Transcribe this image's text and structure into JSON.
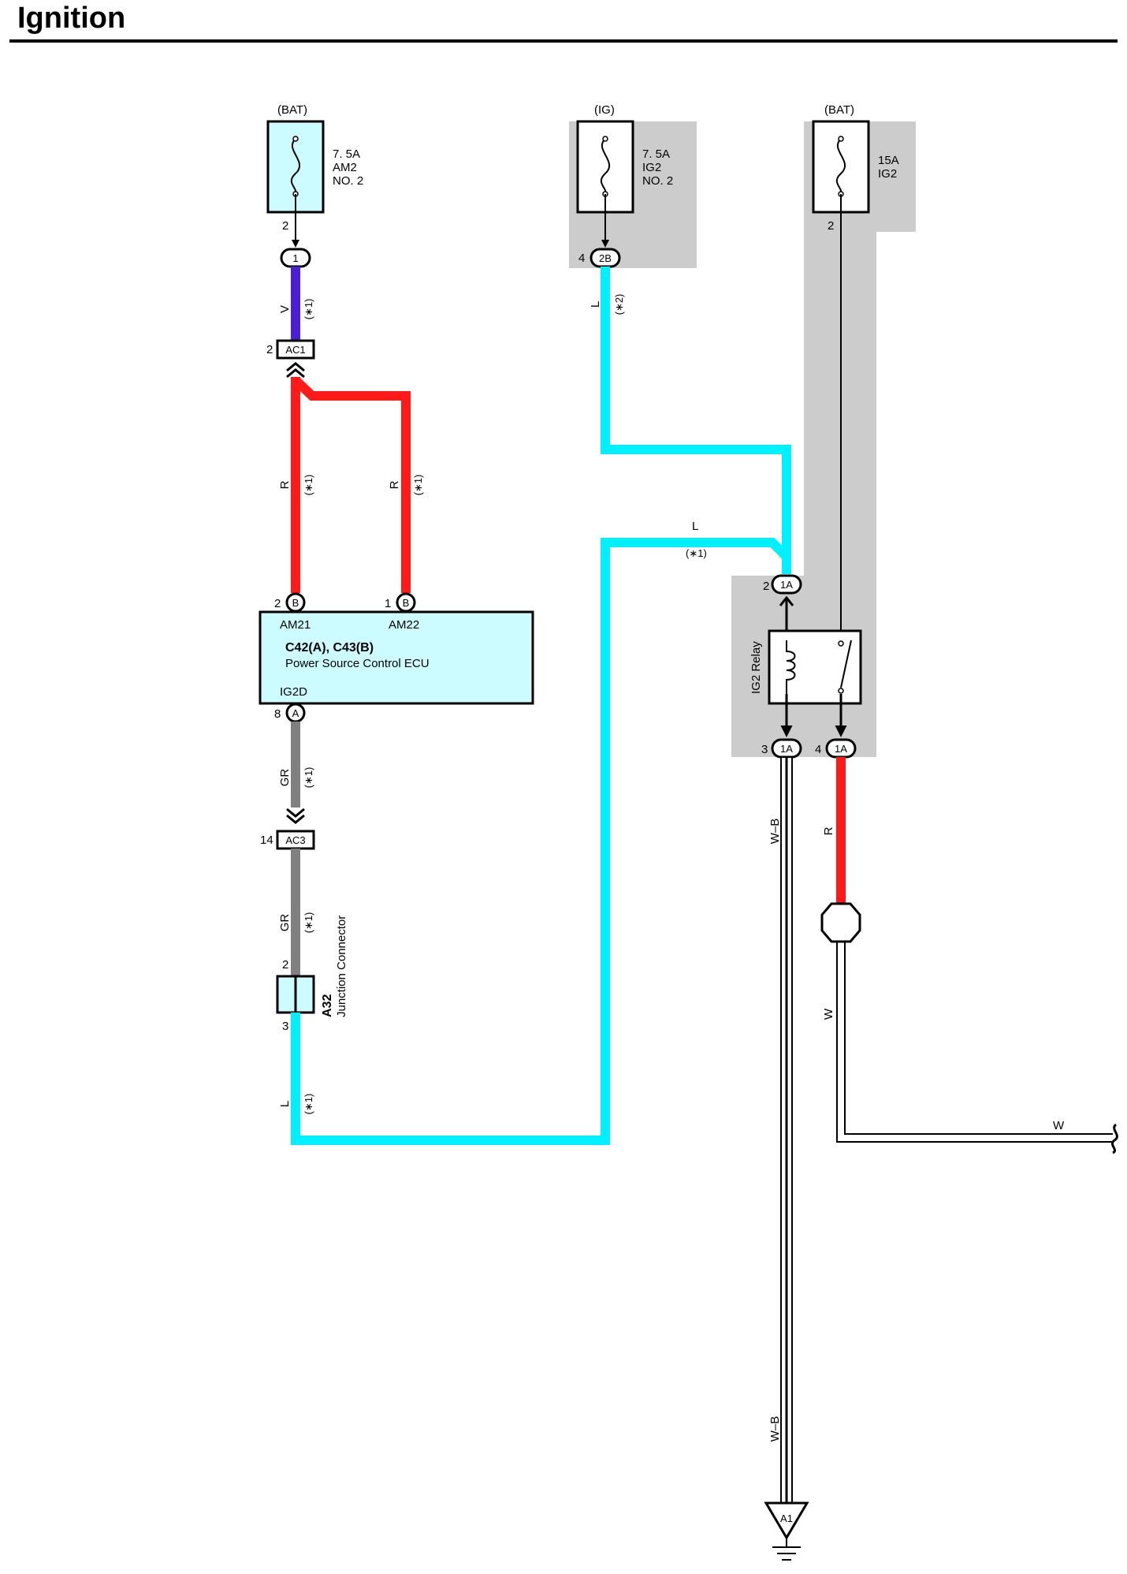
{
  "title": "Ignition",
  "colors": {
    "wire_violet": "#4a1fd6",
    "wire_red": "#ff1a1a",
    "wire_blue": "#00f0ff",
    "wire_gray": "#808080",
    "ecu_fill": "#ccfcff",
    "shade": "#cccccc"
  },
  "fuses": [
    {
      "source": "(BAT)",
      "rating": "7. 5A",
      "name_1": "AM2",
      "name_2": "NO. 2",
      "pin": "2"
    },
    {
      "source": "(IG)",
      "rating": "7. 5A",
      "name_1": "IG2",
      "name_2": "NO. 2"
    },
    {
      "source": "(BAT)",
      "rating": "15A",
      "name_1": "IG2",
      "pin": "2"
    }
  ],
  "connectors": {
    "c1": {
      "label": "1"
    },
    "c2b": {
      "pin": "4",
      "label": "2B"
    },
    "ac1": {
      "pin": "2",
      "label": "AC1"
    },
    "ac3": {
      "pin": "14",
      "label": "AC3"
    },
    "ecu_b2": {
      "pin": "2",
      "label": "B"
    },
    "ecu_b1": {
      "pin": "1",
      "label": "B"
    },
    "ecu_a8": {
      "pin": "8",
      "label": "A"
    },
    "relay_in": {
      "pin": "2",
      "label": "1A"
    },
    "relay_out3": {
      "pin": "3",
      "label": "1A"
    },
    "relay_out4": {
      "pin": "4",
      "label": "1A"
    }
  },
  "wire_labels": {
    "v": "V",
    "r": "R",
    "l": "L",
    "gr": "GR",
    "wb": "W–B",
    "w": "W",
    "note1": "(∗1)",
    "note2": "(∗2)"
  },
  "ecu": {
    "pin_am21": "AM21",
    "pin_am22": "AM22",
    "code": "C42(A), C43(B)",
    "name": "Power Source Control ECU",
    "pin_ig2d": "IG2D"
  },
  "junction": {
    "code": "A32",
    "name": "Junction Connector",
    "pin_top": "2",
    "pin_bottom": "3"
  },
  "relay": {
    "name": "IG2 Relay"
  },
  "ground": {
    "label": "A1"
  }
}
